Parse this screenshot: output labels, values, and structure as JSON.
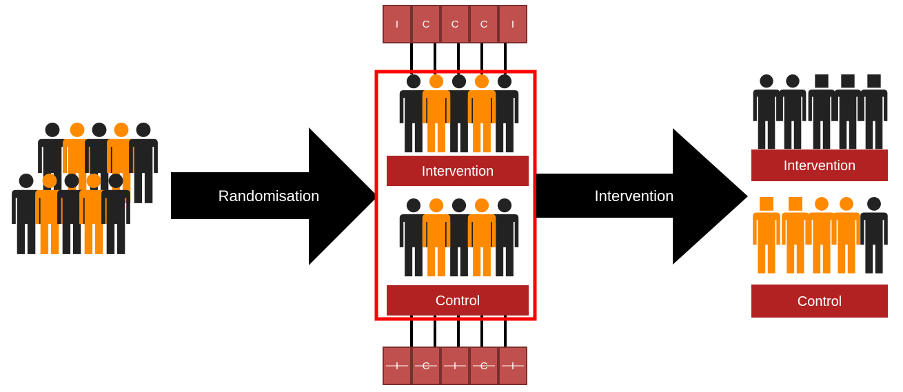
{
  "colors": {
    "person_dark": "#222222",
    "person_orange": "#ff8a00",
    "arrow": "#000000",
    "banner": "#b22222",
    "allocation_box": "#c0504d",
    "allocation_box_border": "#7a2e2e",
    "frame": "#ff0000"
  },
  "arrows": {
    "randomisation_label": "Randomisation",
    "intervention_label": "Intervention"
  },
  "middle": {
    "top_banner": "Intervention",
    "bottom_banner": "Control"
  },
  "right": {
    "top_banner": "Intervention",
    "bottom_banner": "Control"
  },
  "allocation_top": [
    "I",
    "C",
    "C",
    "C",
    "I"
  ],
  "allocation_bottom": [
    "I",
    "C",
    "I",
    "C",
    "I"
  ],
  "icons": {
    "population": "people-group-icon",
    "person": "person-icon",
    "outcome": "square-head-person-icon"
  }
}
